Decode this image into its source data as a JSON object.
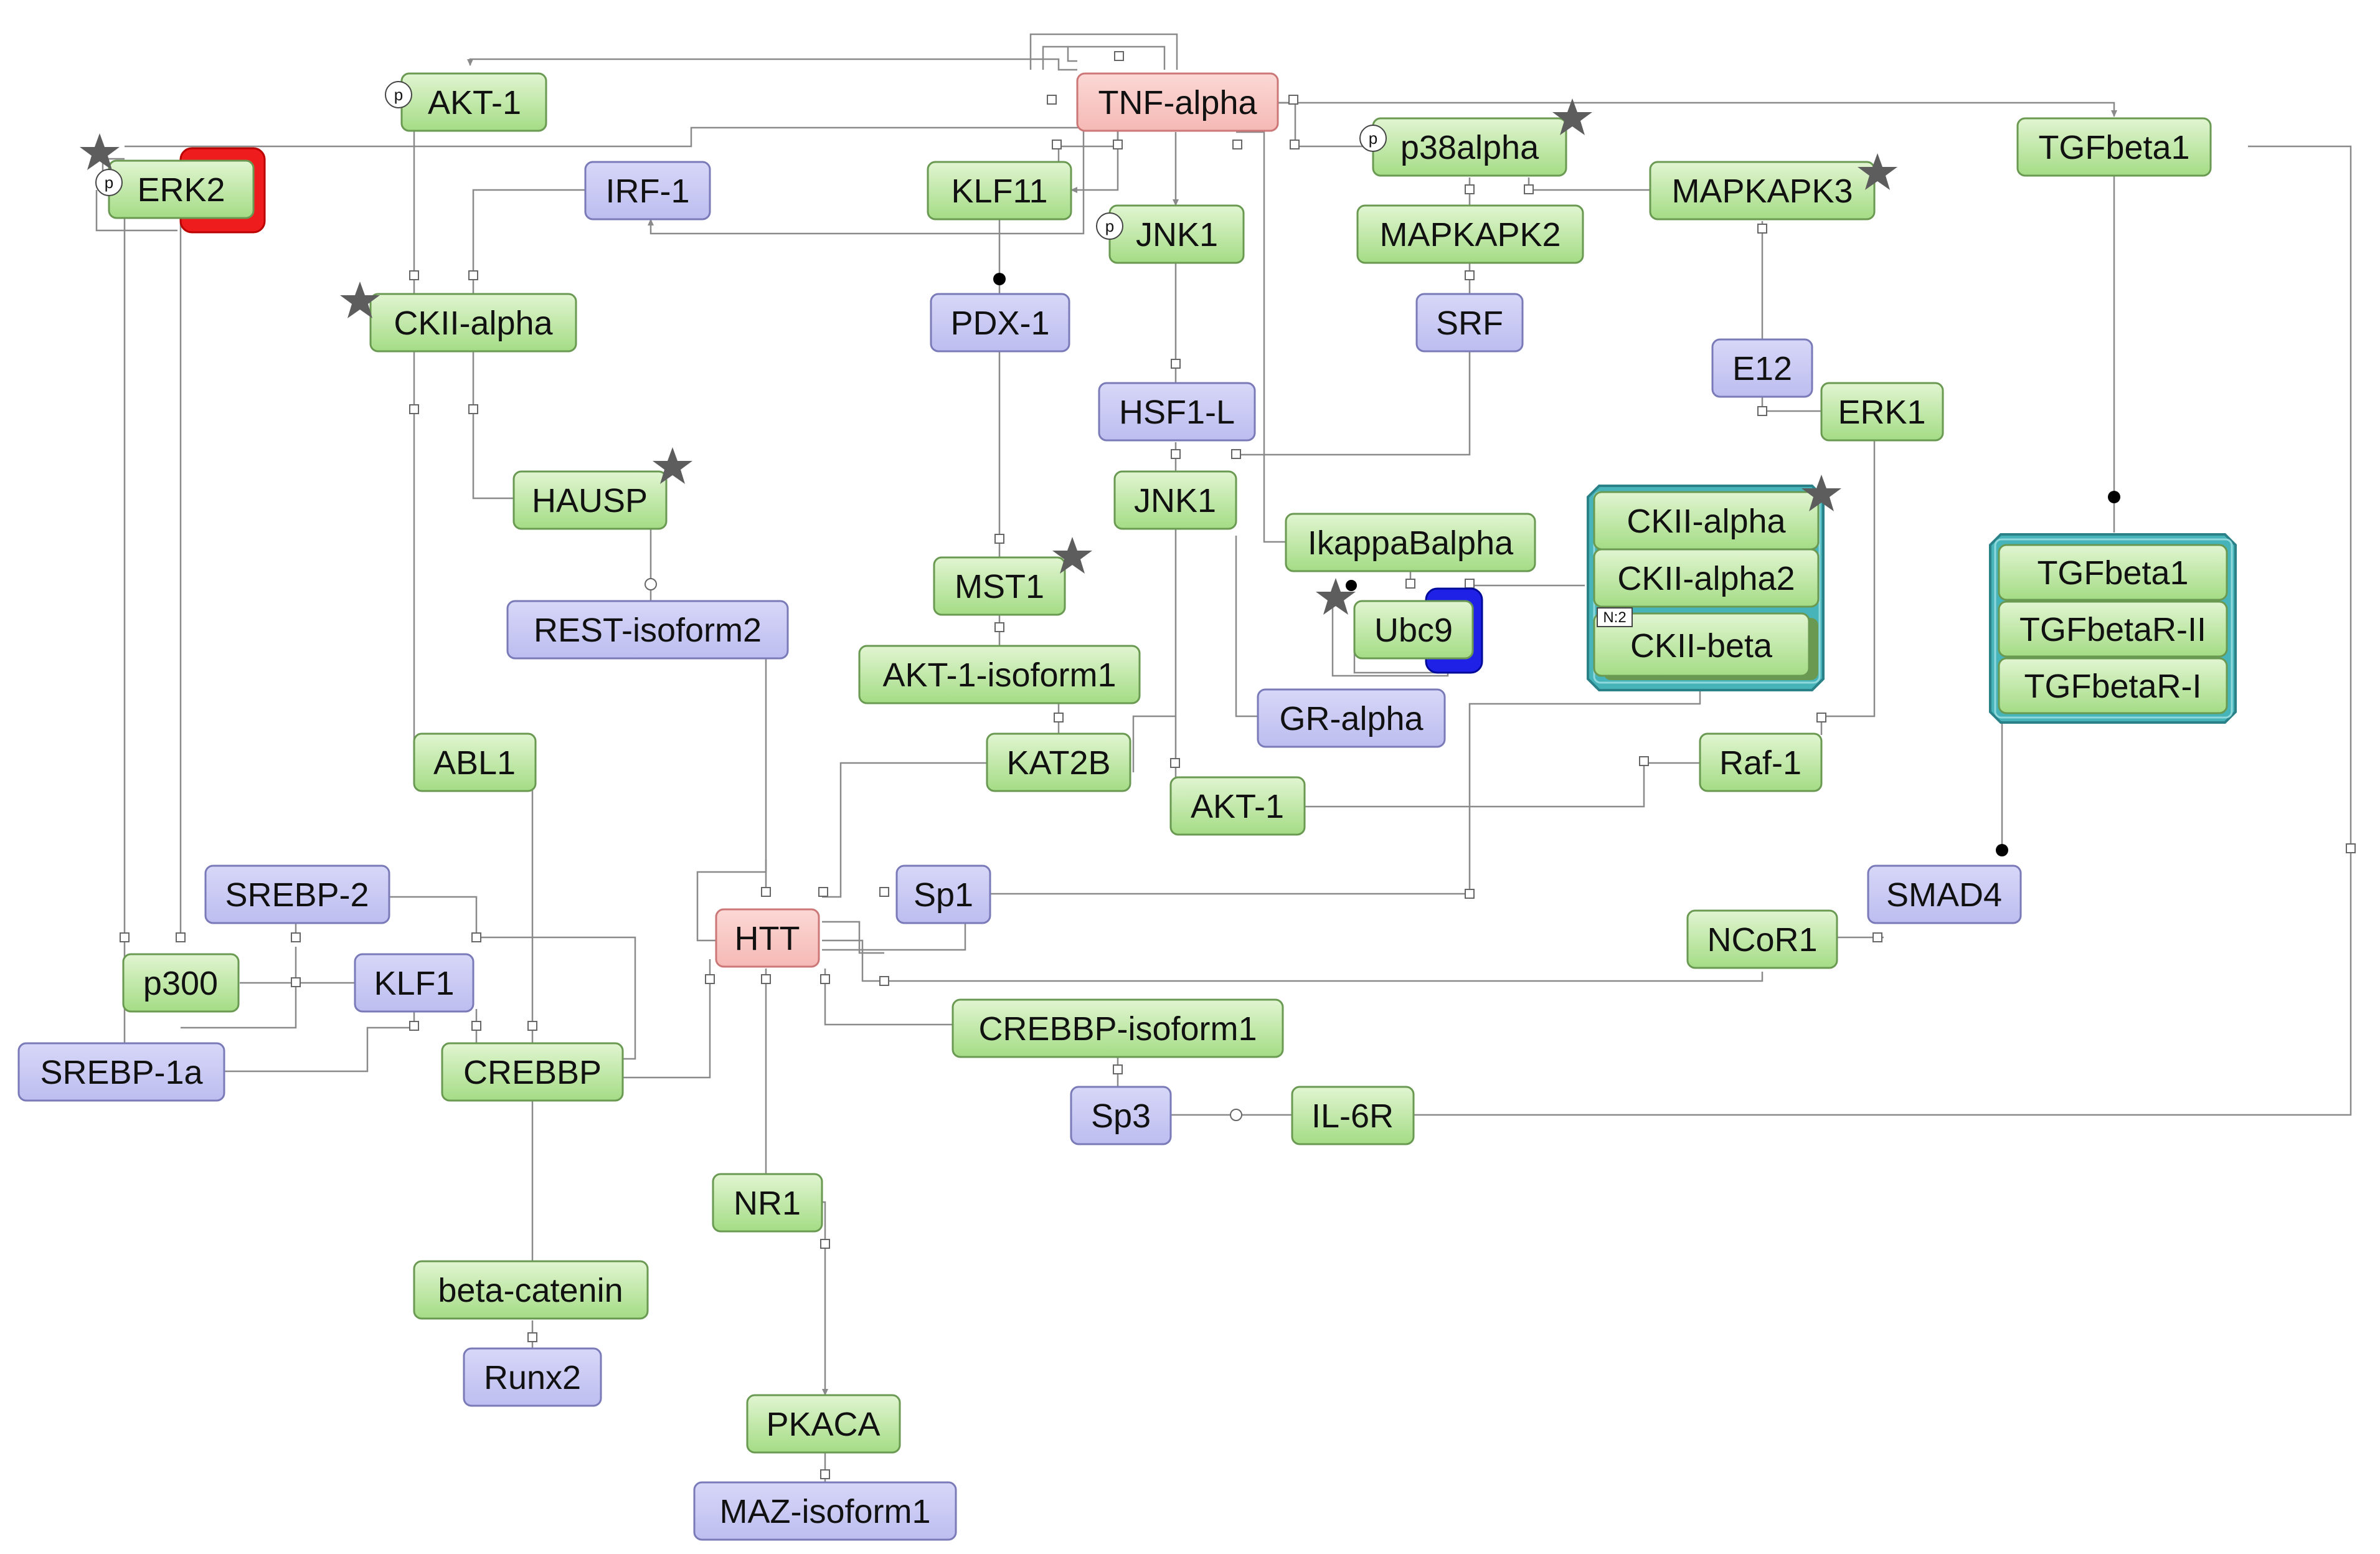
{
  "colors": {
    "protein_green": "#b6e39a",
    "gene_blue": "#c9c9f3",
    "hub_pink": "#f9c9c6",
    "complex_teal": "#46b4b9",
    "loop_red": "#ee1c1c",
    "loop_blue": "#1f22e6",
    "star": "#5d5d5d",
    "edge": "#8a8a8a"
  },
  "phospho_label": "p",
  "nodes": {
    "tnf_alpha": "TNF-alpha",
    "akt1_top": "AKT-1",
    "erk2": "ERK2",
    "irf1": "IRF-1",
    "klf11": "KLF11",
    "jnk1_top": "JNK1",
    "p38alpha": "p38alpha",
    "mapkapk2": "MAPKAPK2",
    "mapkapk3": "MAPKAPK3",
    "tgfbeta1_top": "TGFbeta1",
    "ckii_alpha": "CKII-alpha",
    "pdx1": "PDX-1",
    "srf": "SRF",
    "e12": "E12",
    "erk1": "ERK1",
    "hsf1l": "HSF1-L",
    "jnk1": "JNK1",
    "hausp": "HAUSP",
    "ikappabalpha": "IkappaBalpha",
    "mst1": "MST1",
    "rest_isoform2": "REST-isoform2",
    "ubc9": "Ubc9",
    "akt1_isoform1": "AKT-1-isoform1",
    "gr_alpha": "GR-alpha",
    "kat2b": "KAT2B",
    "abl1": "ABL1",
    "raf1": "Raf-1",
    "akt1_bottom": "AKT-1",
    "srebp2": "SREBP-2",
    "sp1": "Sp1",
    "htt": "HTT",
    "smad4": "SMAD4",
    "p300": "p300",
    "klf1": "KLF1",
    "ncor1": "NCoR1",
    "srebp1a": "SREBP-1a",
    "crebbp": "CREBBP",
    "crebbp_isoform1": "CREBBP-isoform1",
    "sp3": "Sp3",
    "il6r": "IL-6R",
    "nr1": "NR1",
    "beta_catenin": "beta-catenin",
    "runx2": "Runx2",
    "pkaca": "PKACA",
    "maz_isoform1": "MAZ-isoform1"
  },
  "complexes": {
    "ckii": {
      "members": [
        "CKII-alpha",
        "CKII-alpha2",
        "CKII-beta"
      ],
      "multimer": "N:2"
    },
    "tgf": {
      "members": [
        "TGFbeta1",
        "TGFbetaR-II",
        "TGFbetaR-I"
      ]
    }
  }
}
